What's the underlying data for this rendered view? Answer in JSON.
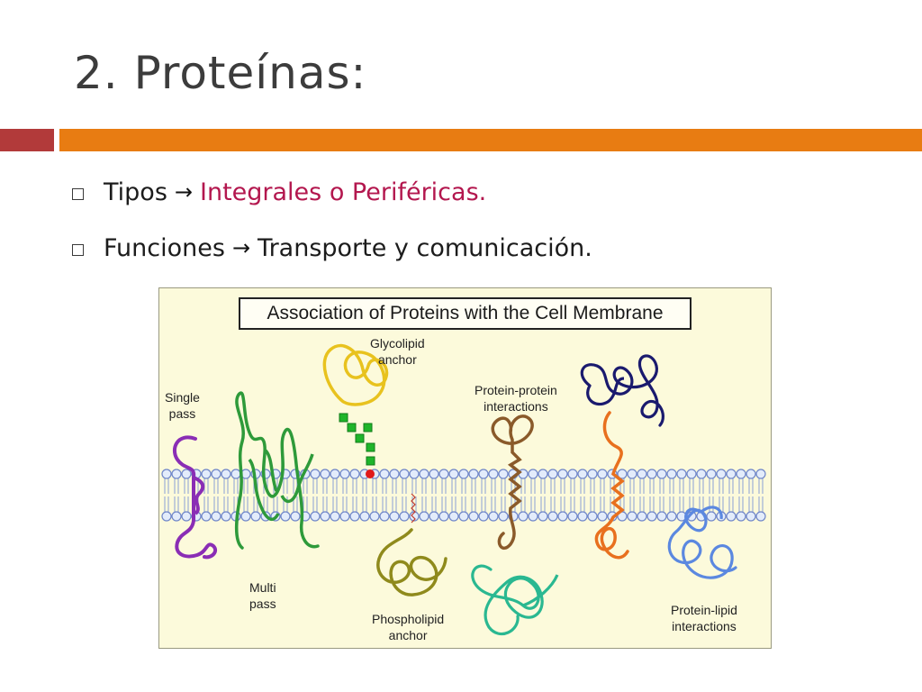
{
  "slide": {
    "title": "2. Proteínas:",
    "accent_colors": {
      "red": "#b23a3a",
      "orange": "#e87c12",
      "magenta": "#b3174e"
    }
  },
  "bullets": [
    {
      "icon": "box-bullet-icon",
      "lead": "Tipos",
      "arrow": "→",
      "rest": "Integrales o Periféricas."
    },
    {
      "icon": "box-bullet-icon",
      "lead": "Funciones",
      "arrow": "→",
      "rest": "Transporte y comunicación."
    }
  ],
  "figure": {
    "title": "Association of Proteins with the Cell Membrane",
    "labels": {
      "single_pass_1": "Single",
      "single_pass_2": "pass",
      "multi_pass_1": "Multi",
      "multi_pass_2": "pass",
      "glycolipid_1": "Glycolipid",
      "glycolipid_2": "anchor",
      "phospholipid_1": "Phospholipid",
      "phospholipid_2": "anchor",
      "protein_protein_1": "Protein-protein",
      "protein_protein_2": "interactions",
      "protein_lipid_1": "Protein-lipid",
      "protein_lipid_2": "interactions"
    },
    "protein_colors": {
      "single_pass": "#8a2db5",
      "multi_pass": "#2e9a3a",
      "glycolipid": "#e8c21e",
      "sugar_chain": "#1fb52a",
      "anchor_head": "#e01a1a",
      "phospholipid": "#8f8a1c",
      "brown": "#8a5a2a",
      "teal": "#2ab891",
      "navy": "#1a1a6e",
      "orange": "#e8701e",
      "blue": "#5b88e0"
    }
  }
}
